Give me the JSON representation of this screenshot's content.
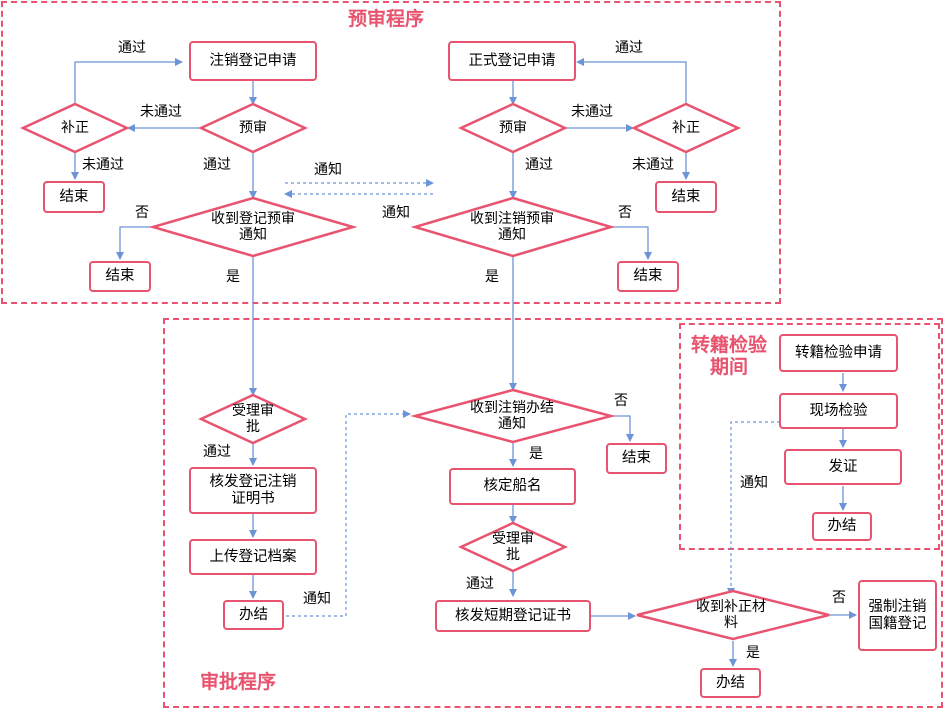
{
  "regions": {
    "pre_review": "预审程序",
    "approval": "审批程序",
    "transfer": "转籍检验期间"
  },
  "left": {
    "apply": "注销登记申请",
    "prereview": "预审",
    "supplement": "补正",
    "end1": "结束",
    "receive_notice": "收到登记预审通知",
    "end2": "结束",
    "accept": "受理审批",
    "issue_cert": "核发登记注销证明书",
    "upload": "上传登记档案",
    "finish": "办结"
  },
  "right": {
    "apply": "正式登记申请",
    "prereview": "预审",
    "supplement": "补正",
    "end1": "结束",
    "receive_notice": "收到注销预审通知",
    "end2": "结束",
    "receive_done": "收到注销办结通知",
    "end3": "结束",
    "ship_name": "核定船名",
    "accept": "受理审批",
    "issue_short": "核发短期登记证书",
    "receive_material": "收到补正材料",
    "forced": "强制注销国籍登记",
    "finish": "办结"
  },
  "transfer": {
    "apply": "转籍检验申请",
    "inspect": "现场检验",
    "certify": "发证",
    "finish": "办结"
  },
  "labels": {
    "pass": "通过",
    "fail": "未通过",
    "notify": "通知",
    "yes": "是",
    "no": "否"
  },
  "colors": {
    "accent": "#e8546f",
    "arrow": "#6b95d6"
  }
}
